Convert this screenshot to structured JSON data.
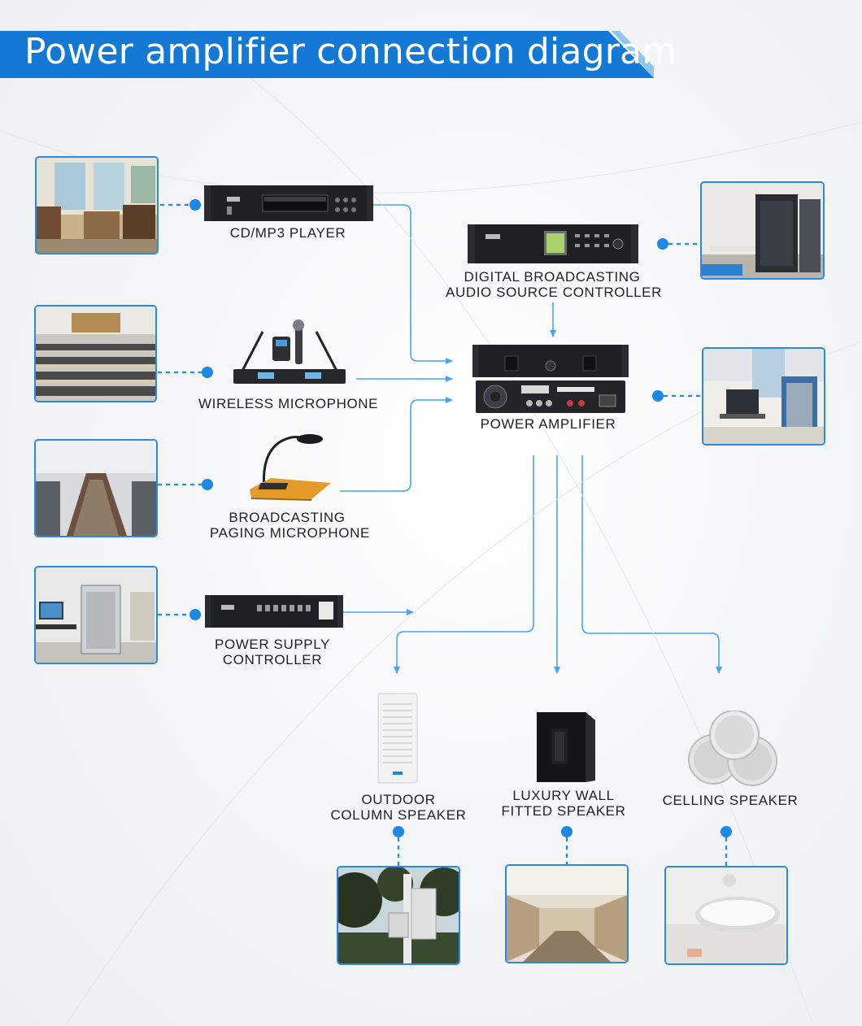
{
  "title": "Power amplifier connection diagram",
  "colors": {
    "accent": "#1e88e5",
    "banner": "#1479d4",
    "line": "#4aa3f0"
  },
  "devices": {
    "cd_player": "CD/MP3 PLAYER",
    "audio_controller_line1": "DIGITAL BROADCASTING",
    "audio_controller_line2": "AUDIO SOURCE CONTROLLER",
    "wireless_mic": "WIRELESS MICROPHONE",
    "power_amp": "POWER AMPLIFIER",
    "paging_mic_line1": "BROADCASTING",
    "paging_mic_line2": "PAGING MICROPHONE",
    "power_supply_line1": "POWER SUPPLY",
    "power_supply_line2": "CONTROLLER"
  },
  "speakers": {
    "outdoor_line1": "OUTDOOR",
    "outdoor_line2": "COLUMN SPEAKER",
    "wall_line1": "LUXURY WALL",
    "wall_line2": "FITTED  SPEAKER",
    "ceiling": "CELLING SPEAKER"
  }
}
